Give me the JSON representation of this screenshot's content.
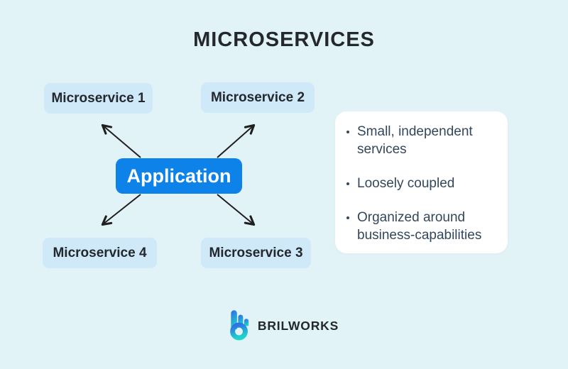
{
  "title": "MICROSERVICES",
  "diagram": {
    "center": {
      "label": "Application"
    },
    "nodes": [
      {
        "label": "Microservice 1"
      },
      {
        "label": "Microservice 2"
      },
      {
        "label": "Microservice 3"
      },
      {
        "label": "Microservice 4"
      }
    ]
  },
  "card": {
    "bullets": [
      "Small, independent services",
      "Loosely coupled",
      "Organized around business-capabilities"
    ]
  },
  "footer": {
    "brand": "BRILWORKS",
    "logo_icon": "brilworks-b-logo"
  },
  "colors": {
    "background": "#e2f3f7",
    "node_fill": "#cfe9f8",
    "node_text": "#23282e",
    "application_fill": "#0d82e9",
    "application_text": "#ffffff",
    "card_background": "#ffffff",
    "card_text": "#33475c",
    "arrow": "#1f1f1f",
    "title_text": "#22282e",
    "brand_text": "#23282d",
    "logo_gradient_top": "#2f6de5",
    "logo_gradient_bottom": "#1fd3cb"
  }
}
